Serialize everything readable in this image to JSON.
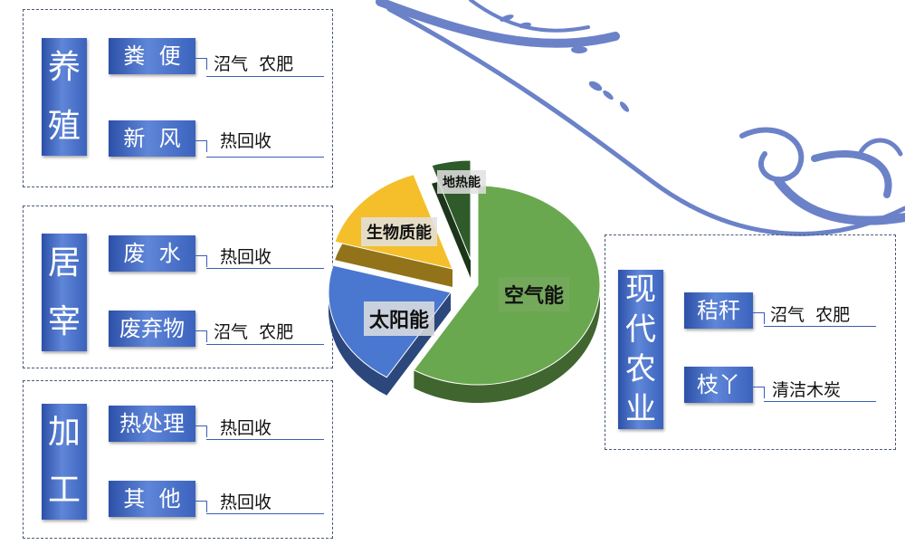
{
  "groups": [
    {
      "label": "养殖",
      "rows": [
        {
          "label": "粪  便",
          "note": "沼气  农肥"
        },
        {
          "label": "新  风",
          "note": "热回收"
        }
      ]
    },
    {
      "label": "居宰",
      "rows": [
        {
          "label": "废  水",
          "note": "热回收"
        },
        {
          "label": "废弃物",
          "note": "沼气  农肥"
        }
      ]
    },
    {
      "label": "加工",
      "rows": [
        {
          "label": "热处理",
          "note": "热回收"
        },
        {
          "label": "其  他",
          "note": "热回收"
        }
      ]
    },
    {
      "label": "现代农业",
      "rows": [
        {
          "label": "秸秆",
          "note": "沼气  农肥"
        },
        {
          "label": "枝丫",
          "note": "清洁木炭"
        }
      ]
    }
  ],
  "pie": {
    "slices": [
      {
        "name": "空气能",
        "value": 57,
        "color": "#6aa84f"
      },
      {
        "name": "太阳能",
        "value": 20,
        "color": "#4a77cf"
      },
      {
        "name": "生物质能",
        "value": 15,
        "color": "#f4bf2a"
      },
      {
        "name": "地热能",
        "value": 5,
        "color": "#2f5a2a"
      }
    ]
  },
  "colors": {
    "accent": "#3b63bd",
    "border": "#4a5a78",
    "ornament": "#6b82c8"
  }
}
